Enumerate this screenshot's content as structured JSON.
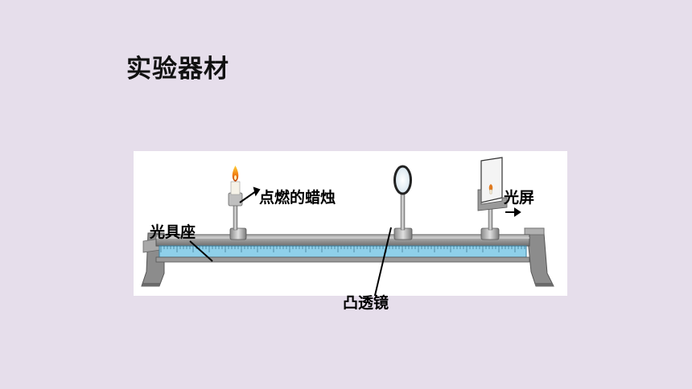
{
  "slide": {
    "title": "实验器材"
  },
  "diagram": {
    "labels": {
      "candle": "点燃的蜡烛",
      "screen": "光屏",
      "bench": "光具座",
      "lens": "凸透镜"
    }
  }
}
